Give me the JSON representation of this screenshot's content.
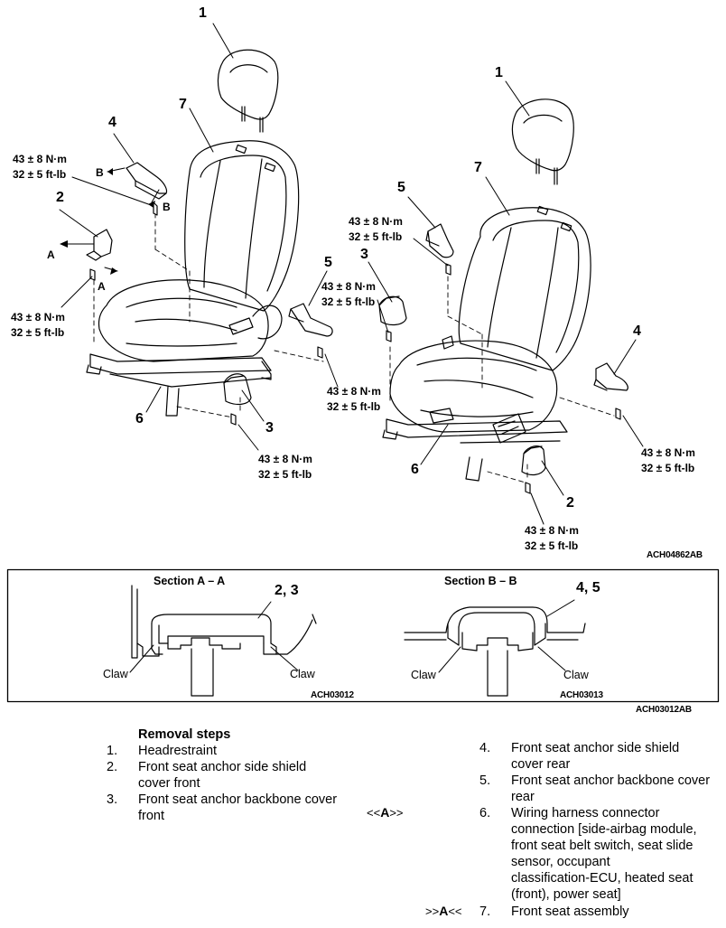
{
  "diagram": {
    "callouts": {
      "left_1": "1",
      "left_7": "7",
      "left_4": "4",
      "left_2": "2",
      "left_5": "5",
      "left_6": "6",
      "left_3": "3",
      "right_1": "1",
      "right_7": "7",
      "right_5": "5",
      "right_3": "3",
      "right_4": "4",
      "right_6": "6",
      "right_2": "2"
    },
    "section_letters": {
      "left_B_top": "B",
      "left_B_arrow": "B",
      "left_A_left": "A",
      "left_A_right": "A"
    },
    "torque": {
      "metric": "43 ± 8 N·m",
      "imperial": "32 ± 5 ft-lb"
    },
    "figure_ref": "ACH04862",
    "figure_ref_suffix": "AB"
  },
  "sections": {
    "left_title": "Section A – A",
    "right_title": "Section B – B",
    "left_callout": "2, 3",
    "right_callout": "4, 5",
    "claw": "Claw",
    "left_ref": "ACH03012",
    "right_ref": "ACH03013",
    "box_ref": "ACH03012",
    "box_ref_suffix": "AB"
  },
  "removal": {
    "heading": "Removal steps",
    "left_steps": [
      {
        "num": "1.",
        "text": [
          "Headrestraint"
        ]
      },
      {
        "num": "2.",
        "text": [
          "Front seat anchor side shield",
          "cover front"
        ]
      },
      {
        "num": "3.",
        "text": [
          "Front seat anchor backbone cover",
          "front"
        ]
      }
    ],
    "mark_A_left": "<<",
    "mark_A_letter": "A",
    "mark_A_right": ">>",
    "mark_B_left": ">>",
    "mark_B_letter": "A",
    "mark_B_right": "<<",
    "right_steps": [
      {
        "num": "4.",
        "text": [
          "Front seat anchor side shield",
          "cover rear"
        ]
      },
      {
        "num": "5.",
        "text": [
          "Front seat anchor backbone cover",
          "rear"
        ]
      },
      {
        "num": "6.",
        "text": [
          "Wiring harness connector",
          "connection [side-airbag module,",
          "front seat belt switch, seat slide",
          "sensor, occupant",
          "classification-ECU, heated seat",
          "(front), power seat]"
        ]
      },
      {
        "num": "7.",
        "text": [
          "Front seat assembly"
        ]
      }
    ]
  }
}
